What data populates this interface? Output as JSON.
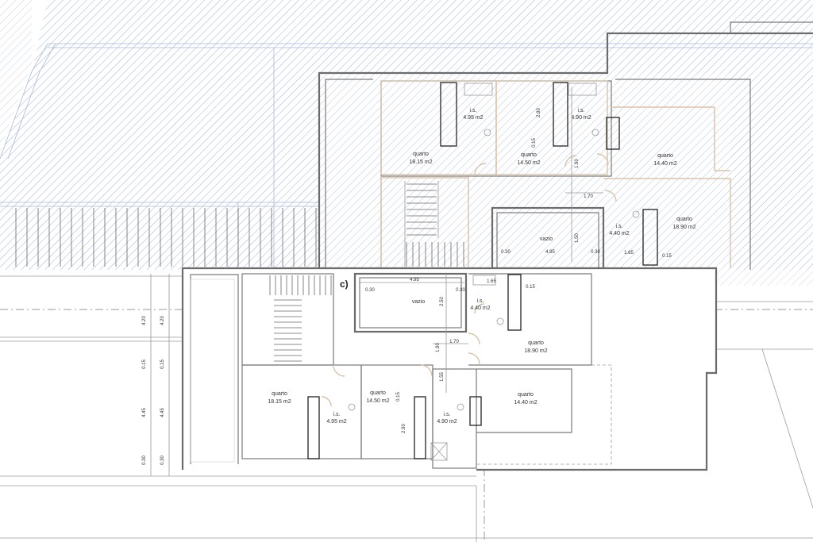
{
  "plan": {
    "colors": {
      "hatch": "#9fb0d8",
      "walls": "#6b6b6b",
      "openings": "#d8c3a8"
    },
    "section_mark": "c)",
    "upper_level": {
      "rooms": [
        {
          "name": "quarto",
          "area": "18.15 m2"
        },
        {
          "name": "quarto",
          "area": "14.50 m2"
        },
        {
          "name": "quarto",
          "area": "14.40 m2"
        },
        {
          "name": "quarto",
          "area": "18.90 m2"
        },
        {
          "name": "vazio",
          "area": ""
        }
      ],
      "baths": [
        {
          "name": "i.s.",
          "area": "4.95 m2"
        },
        {
          "name": "i.s.",
          "area": "4.90 m2"
        },
        {
          "name": "i.s.",
          "area": "4.40 m2"
        }
      ],
      "dims": [
        "2.90",
        "0.15",
        "1.90",
        "1.70",
        "0.30",
        "4.95",
        "0.30",
        "1.50",
        "0.15",
        "1.65"
      ]
    },
    "lower_level": {
      "rooms": [
        {
          "name": "vazio",
          "area": ""
        },
        {
          "name": "quarto",
          "area": "18.90 m2"
        },
        {
          "name": "quarto",
          "area": "18.15 m2"
        },
        {
          "name": "quarto",
          "area": "14.50 m2"
        },
        {
          "name": "quarto",
          "area": "14.40 m2"
        }
      ],
      "baths": [
        {
          "name": "i.s.",
          "area": "4.40 m2"
        },
        {
          "name": "i.s.",
          "area": "4.95 m2"
        },
        {
          "name": "i.s.",
          "area": "4.90 m2"
        }
      ],
      "dims": [
        "4.95",
        "0.30",
        "0.30",
        "2.50",
        "1.65",
        "0.15",
        "1.70",
        "1.90",
        "1.55",
        "0.15",
        "2.90"
      ]
    },
    "side_dims": [
      "4.20",
      "0.15",
      "4.45",
      "0.30"
    ]
  }
}
